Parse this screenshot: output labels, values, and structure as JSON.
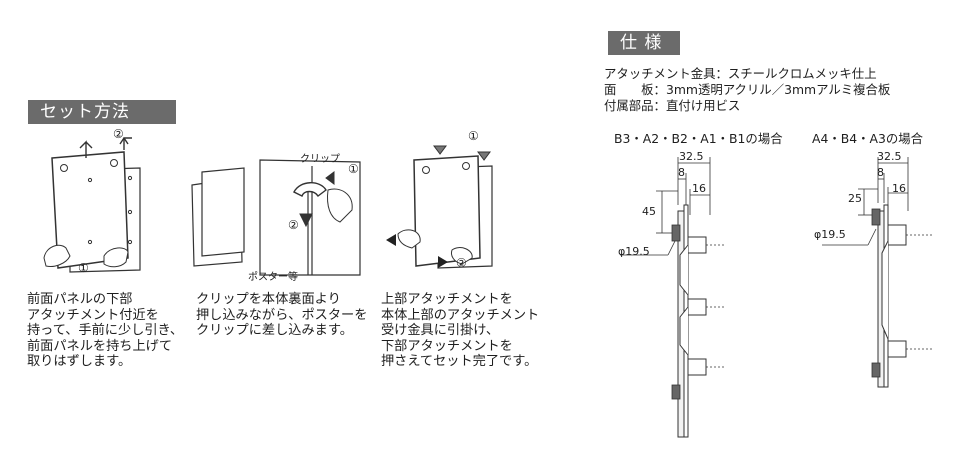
{
  "setup": {
    "header": "セット方法",
    "steps": [
      {
        "caption": "前面パネルの下部\nアタッチメント付近を\n持って、手前に少し引き、\n前面パネルを持ち上げて\n取りはずします。",
        "marks": {
          "one": "①",
          "two": "②"
        }
      },
      {
        "caption": "クリップを本体裏面より\n押し込みながら、ポスターを\nクリップに差し込みます。",
        "labels": {
          "clip": "クリップ",
          "poster": "ポスター等",
          "one": "①",
          "two": "②"
        }
      },
      {
        "caption": "上部アタッチメントを\n本体上部のアタッチメント\n受け金具に引掛け、\n下部アタッチメントを\n押さえてセット完了です。",
        "marks": {
          "one": "①",
          "two": "②"
        }
      }
    ]
  },
  "spec": {
    "header": "仕 様",
    "lines": [
      "アタッチメント金具：スチールクロムメッキ仕上",
      "面　　板：3mm透明アクリル／3mmアルミ複合板",
      "付属部品：直付け用ビス"
    ],
    "diagrams": [
      {
        "title": "B3・A2・B2・A1・B1の場合",
        "dims": {
          "total": "32.5",
          "thick": "8",
          "depth": "16",
          "height": "45",
          "dia": "φ19.5"
        }
      },
      {
        "title": "A4・B4・A3の場合",
        "dims": {
          "total": "32.5",
          "thick": "8",
          "depth": "16",
          "height": "25",
          "dia": "φ19.5"
        }
      }
    ]
  }
}
